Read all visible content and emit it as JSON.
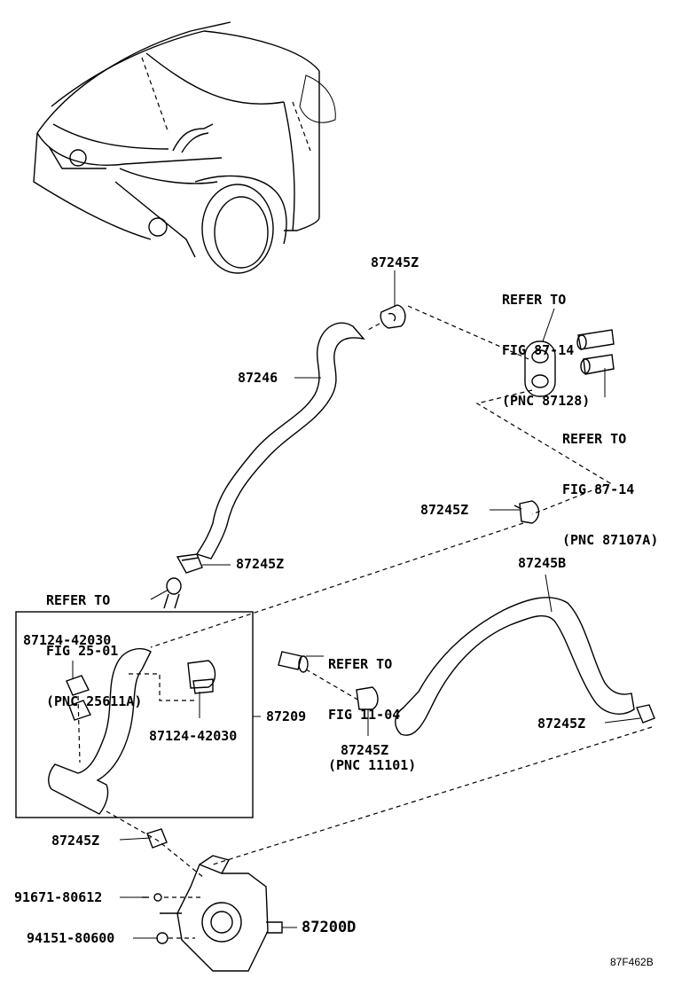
{
  "labels": {
    "p87245z_top": "87245Z",
    "p87246": "87246",
    "p87245z_mid_right": "87245Z",
    "p87245z_left": "87245Z",
    "p87245b": "87245B",
    "p87209": "87209",
    "p87245z_center": "87245Z",
    "p87245z_right": "87245Z",
    "p87245z_bottom": "87245Z",
    "p87124_a": "87124-42030",
    "p87124_b": "87124-42030",
    "p91671": "91671-80612",
    "p94151": "94151-80600",
    "p87200d": "87200D"
  },
  "refs": {
    "ref_87128": [
      "REFER TO",
      "FIG 87-14",
      "(PNC 87128)"
    ],
    "ref_87107a": [
      "REFER TO",
      "FIG 87-14",
      "(PNC 87107A)"
    ],
    "ref_25611a": [
      "REFER TO",
      "FIG 25-01",
      "(PNC 25611A)"
    ],
    "ref_11101": [
      "REFER TO",
      "FIG 11-04",
      "(PNC 11101)"
    ]
  },
  "figure_code": "87F462B"
}
